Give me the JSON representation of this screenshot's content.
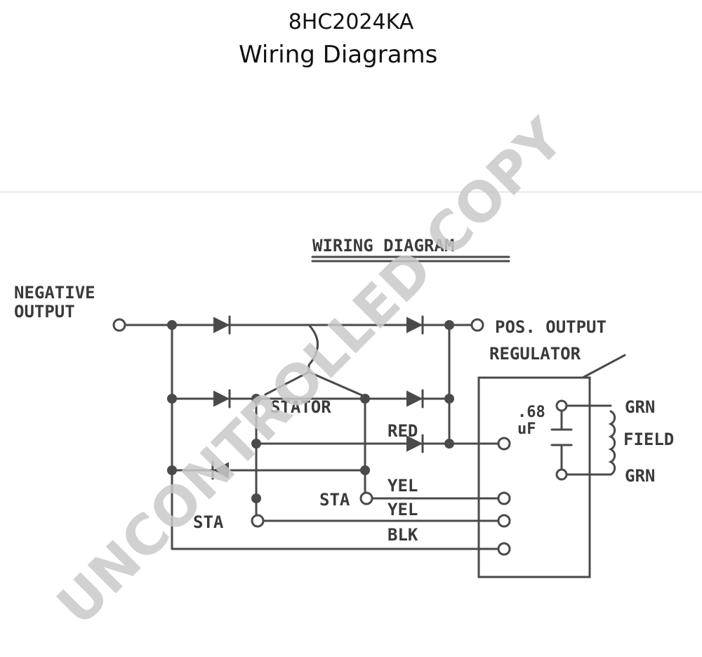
{
  "header": {
    "part_number": "8HC2024KA",
    "title": "Wiring Diagrams"
  },
  "diagram": {
    "heading": "WIRING DIAGRAM",
    "labels": {
      "negative_output_1": "NEGATIVE",
      "negative_output_2": "OUTPUT",
      "pos_output": "POS. OUTPUT",
      "regulator": "REGULATOR",
      "stator": "STATOR",
      "red": "RED",
      "sta_left": "STA",
      "sta_mid": "STA",
      "yel_1": "YEL",
      "yel_2": "YEL",
      "blk": "BLK",
      "cap_value": ".68",
      "cap_unit": "uF",
      "grn_top": "GRN",
      "field": "FIELD",
      "grn_bottom": "GRN"
    }
  },
  "watermark": {
    "text": "UNCONTROLLED COPY"
  },
  "colors": {
    "line": "#4a4a4a",
    "watermark": "#c9c9c9"
  }
}
